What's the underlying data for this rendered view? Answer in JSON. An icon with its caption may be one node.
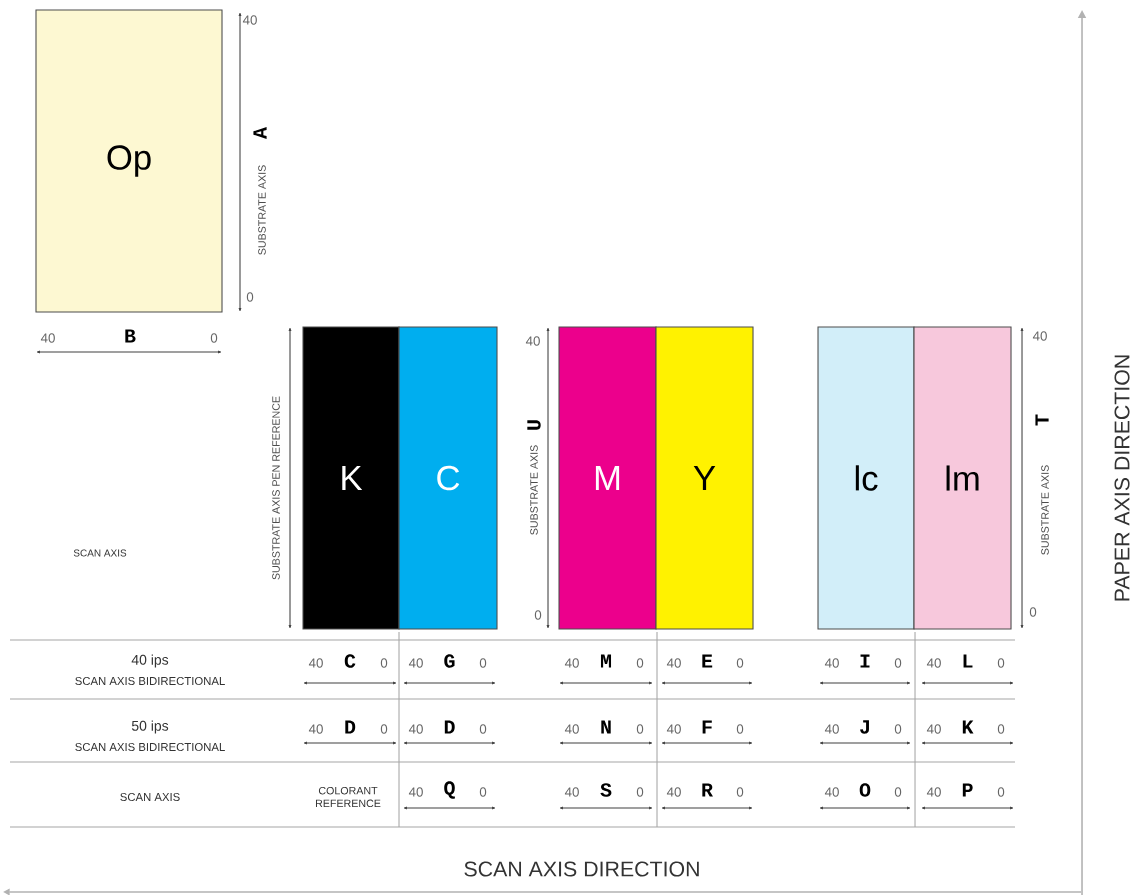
{
  "diagram": {
    "nodes": [
      {
        "text": [
          "Op"
        ]
      },
      {
        "text": [
          "K"
        ]
      },
      {
        "text": [
          "C"
        ]
      },
      {
        "text": [
          "M"
        ]
      },
      {
        "text": [
          "Y"
        ]
      },
      {
        "text": [
          "lc"
        ]
      },
      {
        "text": [
          "lm"
        ]
      }
    ],
    "labels": [
      "40",
      "SUBSTRATE AXIS",
      "A",
      "0",
      "40",
      "B",
      "0",
      "SUBSTRATE AXIS PEN REFERENCE",
      "40",
      "SUBSTRATE AXIS",
      "U",
      "0",
      "40",
      "SUBSTRATE AXIS",
      "T",
      "0",
      "PAPER AXIS DIRECTION",
      "SCAN AXIS",
      "40 ips",
      "SCAN AXIS BIDIRECTIONAL",
      "40",
      "C",
      "0",
      "40",
      "G",
      "0",
      "40",
      "M",
      "0",
      "40",
      "E",
      "0",
      "40",
      "I",
      "0",
      "40",
      "L",
      "0",
      "50 ips",
      "SCAN AXIS BIDIRECTIONAL",
      "40",
      "D",
      "0",
      "40",
      "D",
      "0",
      "40",
      "N",
      "0",
      "40",
      "F",
      "0",
      "40",
      "J",
      "0",
      "40",
      "K",
      "0",
      "SCAN AXIS",
      "COLORANT REFERENCE",
      "40",
      "Q",
      "0",
      "40",
      "S",
      "0",
      "40",
      "R",
      "0",
      "40",
      "O",
      "0",
      "40",
      "P",
      "0",
      "SCAN AXIS DIRECTION"
    ]
  }
}
